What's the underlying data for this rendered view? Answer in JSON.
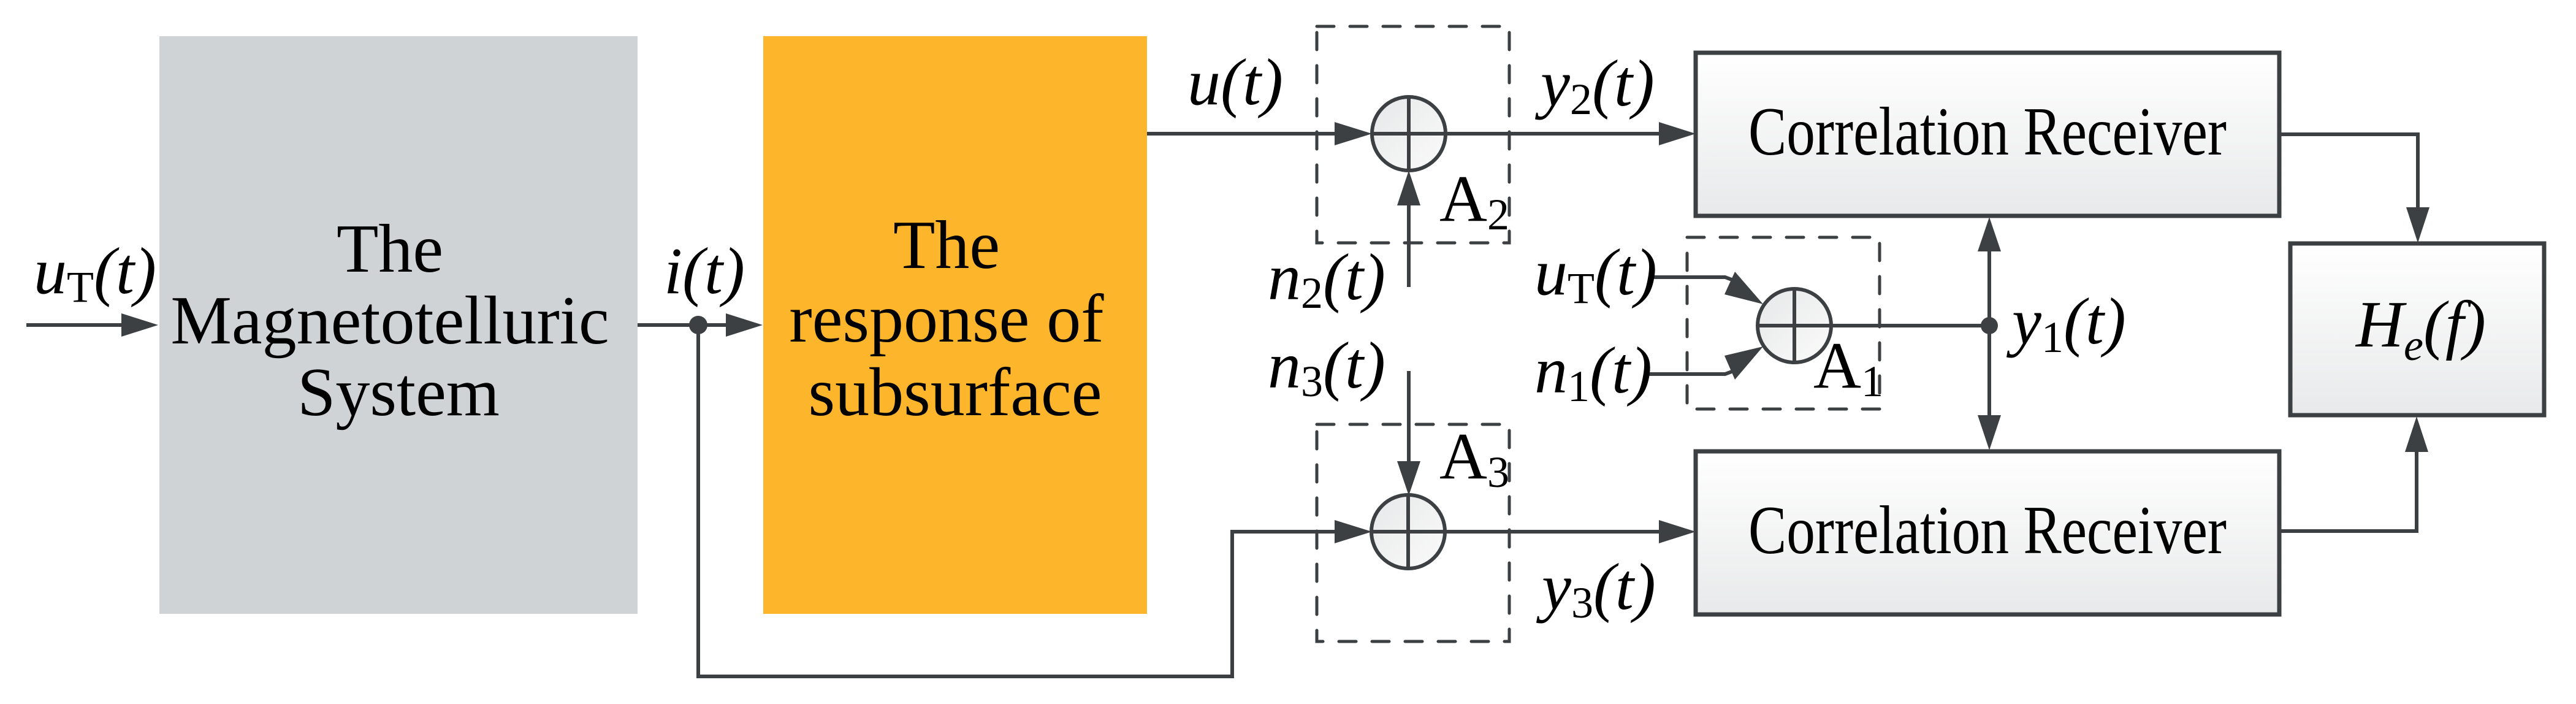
{
  "diagram": {
    "blocks": {
      "mt_system": {
        "lines": [
          "The",
          "Magnetotelluric",
          "System"
        ],
        "color": "#cfd3d6"
      },
      "subsurface": {
        "lines": [
          "The",
          "response of",
          "subsurface"
        ],
        "color": "#fdb52b"
      },
      "receiver_top": {
        "label": "Correlation Receiver"
      },
      "receiver_bottom": {
        "label": "Correlation Receiver"
      },
      "transfer": {
        "main": "H",
        "sub": "e",
        "arg": "(f)"
      }
    },
    "signals": {
      "input": {
        "main": "u",
        "sub": "T",
        "arg": "(t)"
      },
      "current": {
        "main": "i",
        "arg": "(t)"
      },
      "response": {
        "main": "u",
        "arg": "(t)"
      },
      "y2": {
        "main": "y",
        "sub": "2",
        "arg": "(t)"
      },
      "y3": {
        "main": "y",
        "sub": "3",
        "arg": "(t)"
      },
      "y1": {
        "main": "y",
        "sub": "1",
        "arg": "(t)"
      },
      "n2": {
        "main": "n",
        "sub": "2",
        "arg": "(t)"
      },
      "n3": {
        "main": "n",
        "sub": "3",
        "arg": "(t)"
      },
      "uT_ref": {
        "main": "u",
        "sub": "T",
        "arg": "(t)"
      },
      "n1": {
        "main": "n",
        "sub": "1",
        "arg": "(t)"
      }
    },
    "adders": {
      "a1": {
        "main": "A",
        "sub": "1"
      },
      "a2": {
        "main": "A",
        "sub": "2"
      },
      "a3": {
        "main": "A",
        "sub": "3"
      }
    },
    "colors": {
      "line": "#3c4042",
      "receiver_fill_top": "#ffffff",
      "receiver_fill_bottom": "#e8e9ea"
    }
  }
}
